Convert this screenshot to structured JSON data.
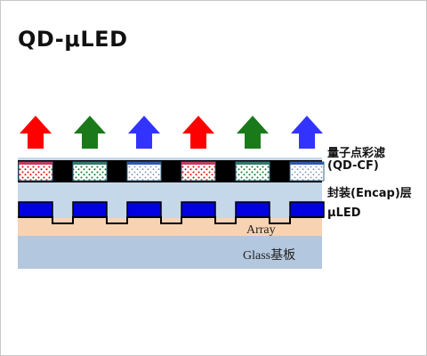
{
  "title": "QD-μLED",
  "labels": {
    "qdcf_line1": "量子点彩滤",
    "qdcf_line2": "(QD-CF)",
    "encap": "封装(Encap)层",
    "uled": "μLED",
    "array": "Array",
    "glass": "Glass基板"
  },
  "colors": {
    "red": "#ff0000",
    "green": "#1a7a1a",
    "blue": "#3333ff",
    "encap_bg": "#c5d8ea",
    "array_bg": "#f8d3b3",
    "glass_bg": "#b3c7de",
    "led_blue": "#0000e0",
    "black_matrix": "#000000"
  },
  "arrows": [
    "red",
    "green",
    "blue",
    "red",
    "green",
    "blue"
  ],
  "subpixels": [
    "red",
    "green",
    "blue",
    "red",
    "green",
    "blue"
  ]
}
